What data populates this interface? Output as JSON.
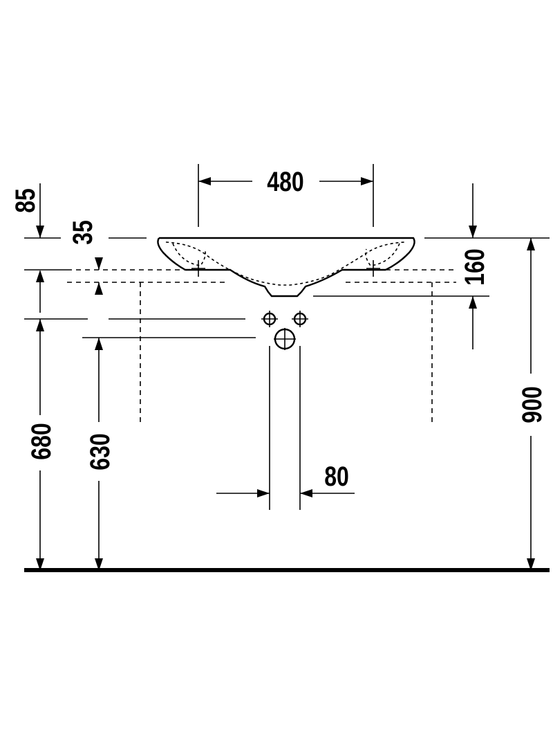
{
  "drawing": {
    "type": "washbasin installation dimension drawing",
    "units": "mm",
    "dimensions": {
      "basin_width": "480",
      "rim_to_ref": "85",
      "rim_thickness": "35",
      "basin_depth": "160",
      "supply_height": "680",
      "drain_height": "630",
      "total_height": "900",
      "pipe_spacing": "80"
    }
  }
}
